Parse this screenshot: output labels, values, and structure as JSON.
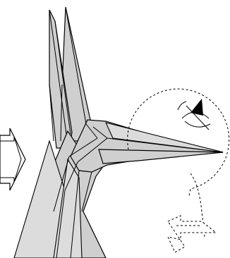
{
  "diagram": {
    "type": "origami-fold-step",
    "background": "#ffffff",
    "paper_color": "#cfcfcf",
    "line_color": "#000000",
    "symbols": [
      "turn-over-arrow",
      "view-detail-circle",
      "eye-view-icon",
      "outside-reverse-fold-arrow"
    ]
  }
}
